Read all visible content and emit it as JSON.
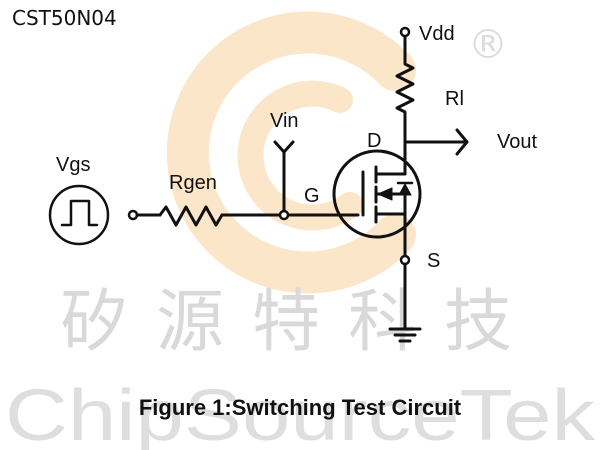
{
  "part_number": "CST50N04",
  "figure_caption": "Figure 1:Switching Test Circuit",
  "labels": {
    "vdd": "Vdd",
    "rl": "Rl",
    "vout": "Vout",
    "vin": "Vin",
    "drain": "D",
    "gate": "G",
    "source": "S",
    "vgs": "Vgs",
    "rgen": "Rgen"
  },
  "watermark": {
    "chinese": "矽源特科技",
    "english": "ChipSourceTek",
    "registered_mark": "®"
  },
  "colors": {
    "ink": "#111111",
    "watermark_gray": "#d9d9d9",
    "logo_orange": "#fbe6c9"
  },
  "icons": [
    "pulse-source-icon",
    "resistor-icon",
    "nmos-transistor-icon",
    "ground-icon",
    "antenna-terminal-icon"
  ]
}
